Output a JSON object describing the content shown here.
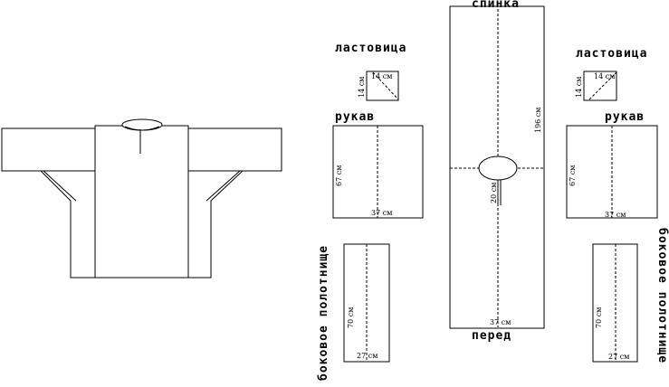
{
  "labels": {
    "gusset_left": "ластовица",
    "gusset_right": "ластовица",
    "sleeve_left": "рукав",
    "sleeve_right": "рукав",
    "back": "спинка",
    "front": "перед",
    "side_panel_left": "боковое полотнище",
    "side_panel_right": "боковое полотнище"
  },
  "dimensions": {
    "gusset_left_w": "14 см",
    "gusset_left_h": "14 см",
    "gusset_right_w": "14 см",
    "gusset_right_h": "14 см",
    "sleeve_left_h": "67 см",
    "sleeve_left_w": "37 см",
    "sleeve_right_h": "67 см",
    "sleeve_right_w": "37 см",
    "main_length": "196 см",
    "main_width": "37 см",
    "slit": "20 см",
    "side_left_h": "70 см",
    "side_left_w": "27 см",
    "side_right_h": "70 см",
    "side_right_w": "27 см"
  }
}
